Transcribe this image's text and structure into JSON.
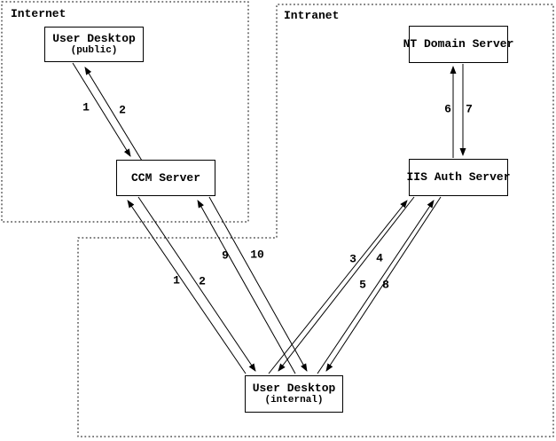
{
  "diagram": {
    "zones": {
      "internet": {
        "label": "Internet"
      },
      "intranet": {
        "label": "Intranet"
      }
    },
    "nodes": {
      "user_desktop_public": {
        "title": "User Desktop",
        "subtitle": "(public)"
      },
      "nt_domain_server": {
        "title": "NT Domain Server"
      },
      "ccm_server": {
        "title": "CCM Server"
      },
      "iis_auth_server": {
        "title": "IIS Auth Server"
      },
      "user_desktop_internal": {
        "title": "User Desktop",
        "subtitle": "(internal)"
      }
    },
    "step_labels": {
      "public_ccm_request": "1",
      "public_ccm_response": "2",
      "internal_ccm_request": "1",
      "internal_ccm_response": "2",
      "internal_ccm_request_alt": "9",
      "internal_ccm_response_alt": "10",
      "internal_iis_request": "3",
      "internal_iis_response": "4",
      "internal_iis_request_alt": "5",
      "internal_iis_response_alt": "8",
      "iis_nt_request": "6",
      "iis_nt_response": "7"
    },
    "colors": {
      "line": "#000000",
      "background": "#ffffff"
    }
  }
}
